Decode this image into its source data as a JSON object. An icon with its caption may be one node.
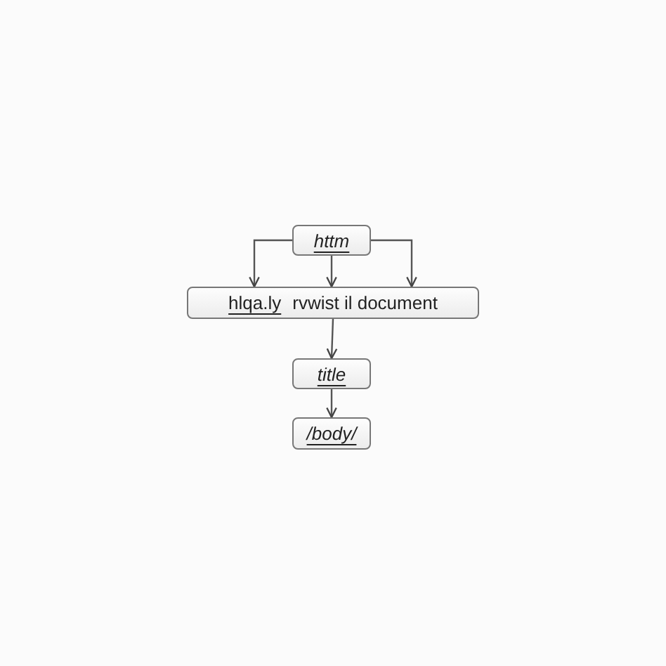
{
  "diagram": {
    "nodes": [
      {
        "text": [
          "httm"
        ]
      },
      {
        "text": [
          "hlqa.ly",
          "rvwist il document"
        ]
      },
      {
        "text": [
          "title"
        ]
      },
      {
        "text": [
          "/body/"
        ]
      }
    ],
    "edges": [
      {
        "from": 0,
        "to": 1,
        "arrow": "to"
      },
      {
        "from": 0,
        "to": 1,
        "arrow": "to"
      },
      {
        "from": 0,
        "to": 1,
        "arrow": "to"
      },
      {
        "from": 1,
        "to": 2,
        "arrow": "to"
      },
      {
        "from": 2,
        "to": 3,
        "arrow": "to"
      }
    ]
  }
}
